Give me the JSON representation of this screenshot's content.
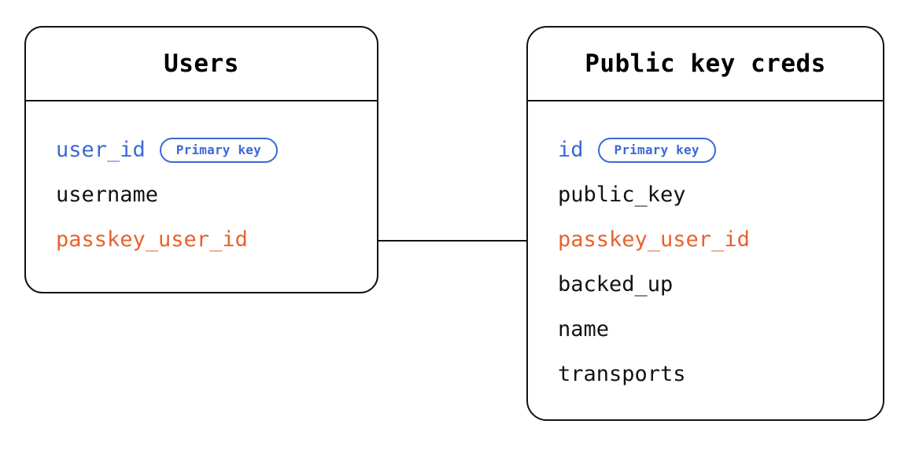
{
  "diagram": {
    "type": "entity-relationship-diagram",
    "background": "#ffffff",
    "colors": {
      "border": "#121212",
      "text": "#121212",
      "primary_key": "#3b68d8",
      "foreign_key": "#e8622c",
      "title": "#000000"
    }
  },
  "entities": [
    {
      "id": "users",
      "title": "Users",
      "fields": [
        {
          "name": "user_id",
          "role": "key",
          "badge": "Primary key"
        },
        {
          "name": "username",
          "role": "plain",
          "badge": null
        },
        {
          "name": "passkey_user_id",
          "role": "fk",
          "badge": null
        }
      ]
    },
    {
      "id": "public_key_creds",
      "title": "Public key creds",
      "fields": [
        {
          "name": "id",
          "role": "key",
          "badge": "Primary key"
        },
        {
          "name": "public_key",
          "role": "plain",
          "badge": null
        },
        {
          "name": "passkey_user_id",
          "role": "fk",
          "badge": null
        },
        {
          "name": "backed_up",
          "role": "plain",
          "badge": null
        },
        {
          "name": "name",
          "role": "plain",
          "badge": null
        },
        {
          "name": "transports",
          "role": "plain",
          "badge": null
        }
      ]
    }
  ],
  "relationship": {
    "from": "users.passkey_user_id",
    "to": "public_key_creds.passkey_user_id",
    "style": "straight-line"
  }
}
